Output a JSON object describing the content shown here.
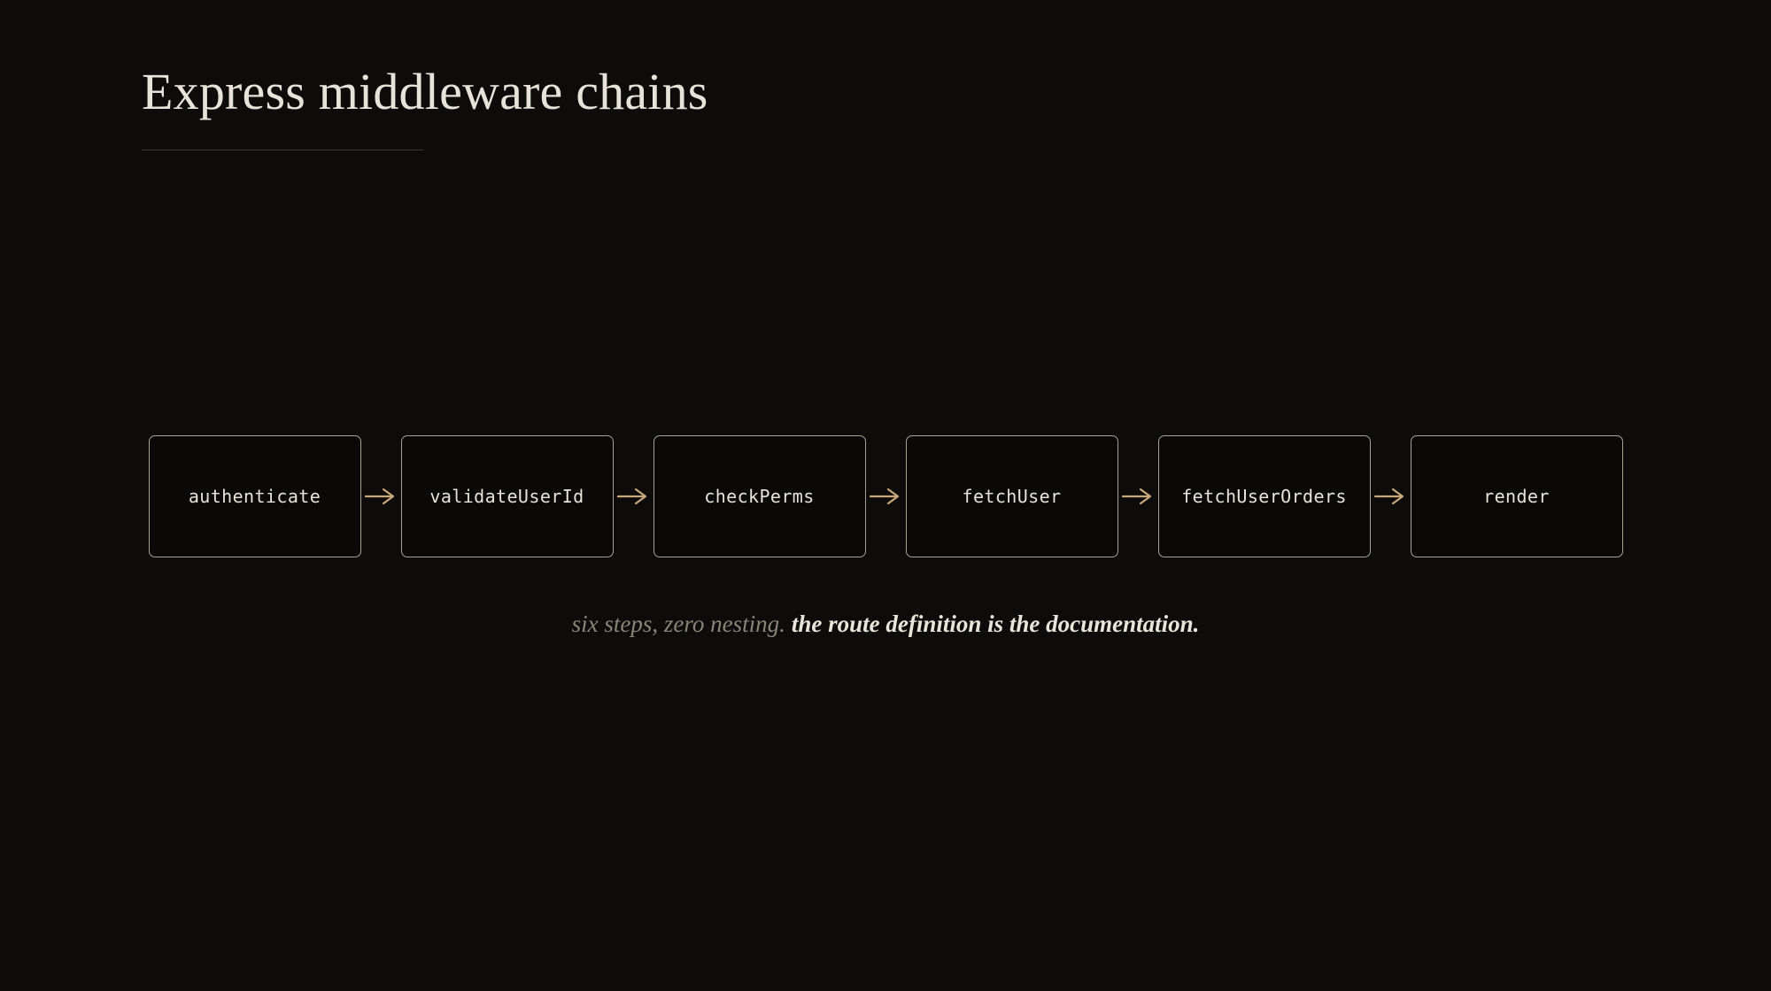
{
  "page": {
    "background_color": "#0d0c0a",
    "title": "Express middleware chains"
  },
  "theme": {
    "background": "#0d0c0a",
    "node_fill": "#0a0908",
    "node_border": "#a9a394",
    "text_primary": "#e7e3d9",
    "text_muted": "#8b8578",
    "arrow_color": "#c9a87c",
    "rule_color": "#393731"
  },
  "diagram": {
    "type": "flow-chain",
    "orientation": "horizontal",
    "connector_glyph": "arrow-right",
    "node_count": 6,
    "nodes": [
      {
        "id": "authenticate",
        "label": "authenticate"
      },
      {
        "id": "validateUserId",
        "label": "validateUserId"
      },
      {
        "id": "checkPerms",
        "label": "checkPerms"
      },
      {
        "id": "fetchUser",
        "label": "fetchUser"
      },
      {
        "id": "fetchUserOrders",
        "label": "fetchUserOrders"
      },
      {
        "id": "render",
        "label": "render"
      }
    ]
  },
  "caption": {
    "lead": "six steps, zero nesting.",
    "emphasis": "the route definition is the documentation."
  }
}
